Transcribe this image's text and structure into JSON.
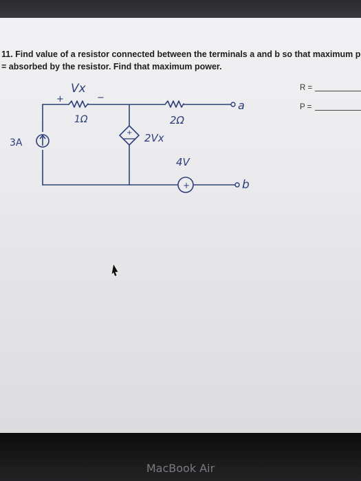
{
  "problem": {
    "line1": "11. Find value of a resistor connected between the terminals a and b so that maximum p",
    "line2": "= absorbed by the resistor.  Find that maximum power."
  },
  "answers": {
    "r_label": "R =",
    "p_label": "P ="
  },
  "circuit": {
    "vx_label": "Vx",
    "plus_sign": "+",
    "minus_sign": "−",
    "r1_label": "1Ω",
    "r2_label": "2Ω",
    "current_source_label": "3A",
    "dependent_source_label": "2Vx",
    "voltage_source_label": "4V",
    "terminal_a": "a",
    "terminal_b": "b",
    "source_plus": "+"
  },
  "device": {
    "brand": "MacBook Air"
  }
}
